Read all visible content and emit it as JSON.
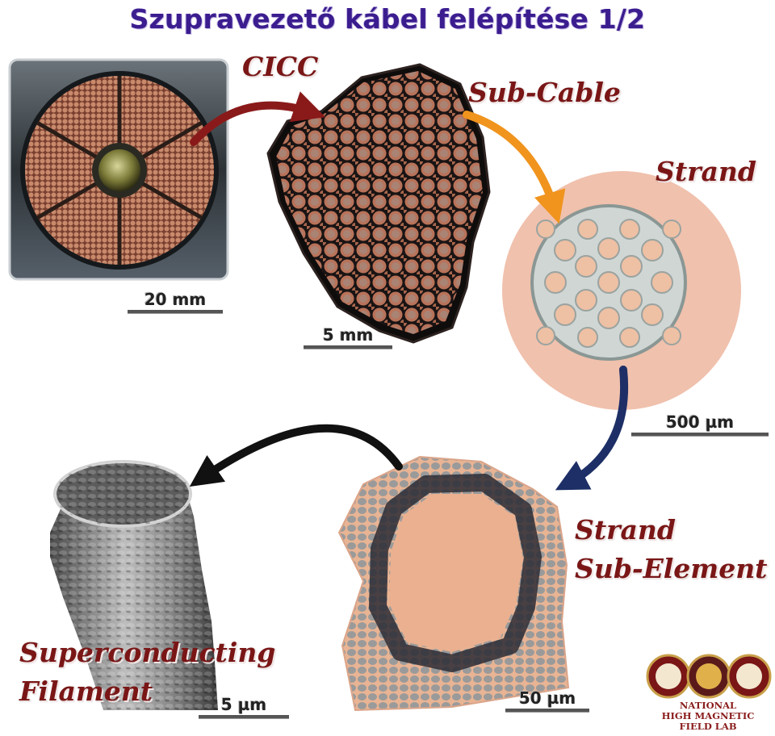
{
  "title": "Szupravezető kábel felépítése 1/2",
  "labels": {
    "cicc": "CICC",
    "sub_cable": "Sub-Cable",
    "strand": "Strand",
    "strand_sub_element_line1": "Strand",
    "strand_sub_element_line2": "Sub-Element",
    "filament_line1": "Superconducting",
    "filament_line2": "Filament"
  },
  "scale_bars": {
    "cicc": "20 mm",
    "sub_cable": "5 mm",
    "strand": "500 µm",
    "sub_element": "50 µm",
    "filament": "5 µm"
  },
  "logo": {
    "line1": "NATIONAL",
    "line2": "HIGH MAGNETIC",
    "line3": "FIELD LAB"
  },
  "colors": {
    "title": "#3b1d8f",
    "label": "#7a1616",
    "arrow_cicc": "#8a1a1a",
    "arrow_subcable": "#f0941e",
    "arrow_strand": "#1d2f66",
    "arrow_subelement": "#111111",
    "copper": "#b06a4a",
    "strand_bg": "#f0c1ad"
  }
}
